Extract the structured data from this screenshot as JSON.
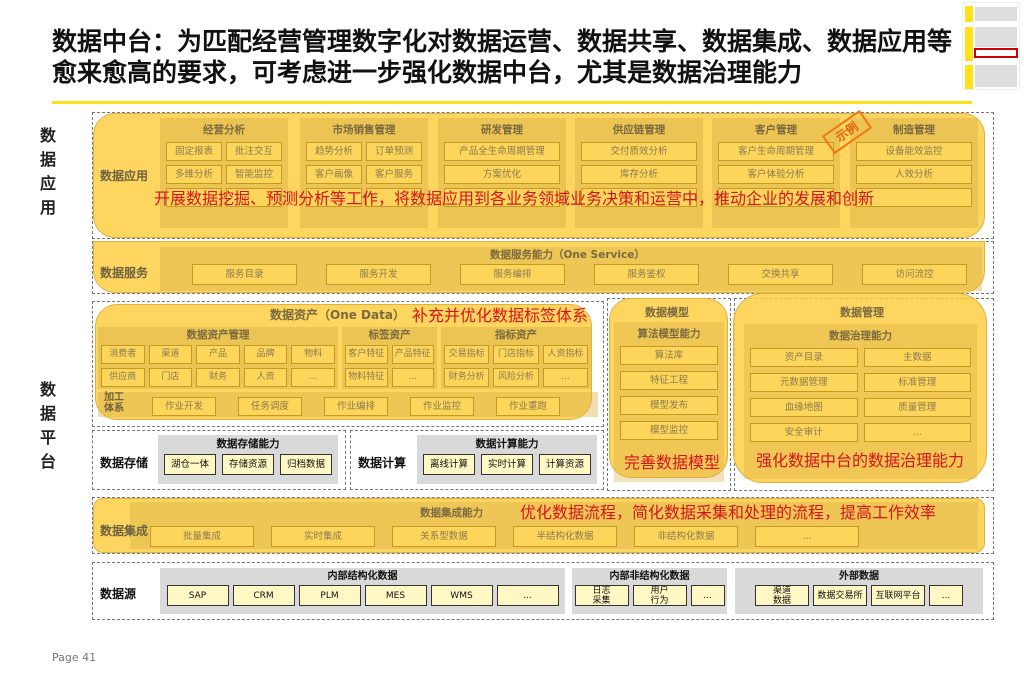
{
  "title": "数据中台：为匹配经营管理数字化对数据运营、数据共享、数据集成、数据应用等愈来愈高的要求，可考虑进一步强化数据中台，尤其是数据治理能力",
  "side_labels": {
    "app": "数据应用",
    "platform": "数据平台"
  },
  "page": "Page 41",
  "example_stamp": "示例",
  "colors": {
    "accent": "#ffe11a",
    "overlay": "#fccc3c",
    "annotation": "#d6141e"
  },
  "app": {
    "label": "数据应用",
    "groups": [
      {
        "title": "经营分析",
        "cols": 2,
        "items": [
          "固定报表",
          "批注交互",
          "多维分析",
          "智能监控",
          "",
          ""
        ]
      },
      {
        "title": "市场销售管理",
        "cols": 2,
        "items": [
          "趋势分析",
          "订单预测",
          "客户画像",
          "客户服务",
          "",
          ""
        ]
      },
      {
        "title": "研发管理",
        "cols": 1,
        "items": [
          "产品全生命周期管理",
          "方案优化",
          ""
        ]
      },
      {
        "title": "供应链管理",
        "cols": 1,
        "items": [
          "交付质效分析",
          "库存分析",
          ""
        ]
      },
      {
        "title": "客户管理",
        "cols": 1,
        "items": [
          "客户生命周期管理",
          "客户体验分析",
          ""
        ]
      },
      {
        "title": "制造管理",
        "cols": 1,
        "items": [
          "设备能效监控",
          "人效分析",
          ""
        ]
      }
    ],
    "annotation": "开展数据挖掘、预测分析等工作，将数据应用到各业务领域业务决策和运营中，推动企业的发展和创新"
  },
  "service": {
    "label": "数据服务",
    "title": "数据服务能力（One Service）",
    "items": [
      "服务目录",
      "服务开发",
      "服务编排",
      "服务鉴权",
      "交换共享",
      "访问流控"
    ]
  },
  "assets": {
    "title": "数据资产（One Data）",
    "groups": [
      {
        "title": "数据资产管理",
        "cols": 5,
        "items": [
          "消费者",
          "渠道",
          "产品",
          "品牌",
          "物料",
          "供应商",
          "门店",
          "财务",
          "人资",
          "..."
        ]
      },
      {
        "title": "标签资产",
        "cols": 2,
        "items": [
          "客户特征",
          "产品特征",
          "物料特征",
          "..."
        ]
      },
      {
        "title": "指标资产",
        "cols": 3,
        "items": [
          "交易指标",
          "门店指标",
          "人资指标",
          "财务分析",
          "风险分析",
          "..."
        ]
      }
    ],
    "process_label": "加工体系",
    "process": [
      "作业开发",
      "任务调度",
      "作业编排",
      "作业监控",
      "作业重跑"
    ],
    "annotation": "补充并优化数据标签体系"
  },
  "storage": {
    "label": "数据存储",
    "title": "数据存储能力",
    "items": [
      "湖仓一体",
      "存储资源",
      "归档数据"
    ]
  },
  "compute": {
    "label": "数据计算",
    "title": "数据计算能力",
    "items": [
      "离线计算",
      "实时计算",
      "计算资源"
    ]
  },
  "model": {
    "title": "数据模型",
    "sub": "算法模型能力",
    "items": [
      "算法库",
      "特征工程",
      "模型发布",
      "模型监控"
    ],
    "annotation": "完善数据模型"
  },
  "management": {
    "title": "数据管理",
    "sub": "数据治理能力",
    "items": [
      "资产目录",
      "主数据",
      "元数据管理",
      "标准管理",
      "血缘地图",
      "质量管理",
      "安全审计",
      "..."
    ],
    "annotation": "强化数据中台的数据治理能力"
  },
  "integration": {
    "label": "数据集成",
    "title": "数据集成能力",
    "items": [
      "批量集成",
      "实时集成",
      "关系型数据",
      "半结构化数据",
      "非结构化数据",
      "..."
    ],
    "annotation": "优化数据流程，简化数据采集和处理的流程，提高工作效率"
  },
  "source": {
    "label": "数据源",
    "groups": [
      {
        "title": "内部结构化数据",
        "items": [
          "SAP",
          "CRM",
          "PLM",
          "MES",
          "WMS",
          "..."
        ]
      },
      {
        "title": "内部非结构化数据",
        "items": [
          "日志\n采集",
          "用户\n行为",
          "..."
        ]
      },
      {
        "title": "外部数据",
        "items": [
          "渠道\n数据",
          "数据交易所",
          "互联网平台",
          "..."
        ]
      }
    ]
  }
}
